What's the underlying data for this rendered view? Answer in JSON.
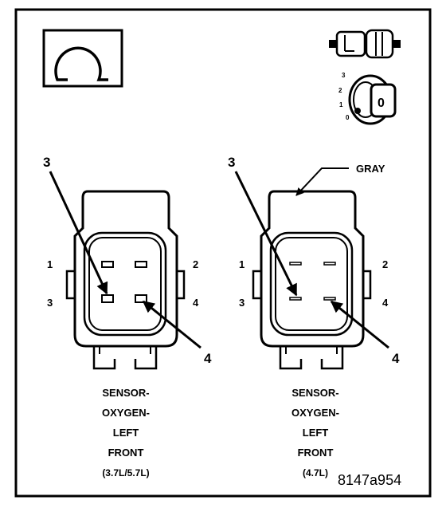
{
  "icons": {
    "ohm": "ohm-meter-symbol",
    "connector": "disconnected-connector-symbol",
    "ignition": "ignition-key-off-symbol"
  },
  "ignition": {
    "positions": [
      "3",
      "2",
      "1",
      "0"
    ],
    "key_label": "0"
  },
  "left_connector": {
    "pin_labels": {
      "p1": "1",
      "p2": "2",
      "p3": "3",
      "p4": "4"
    },
    "callout_a": "3",
    "callout_b": "4",
    "caption": [
      "SENSOR-",
      "OXYGEN-",
      "LEFT",
      "FRONT",
      "(3.7L/5.7L)"
    ]
  },
  "right_connector": {
    "wire_color": "GRAY",
    "pin_labels": {
      "p1": "1",
      "p2": "2",
      "p3": "3",
      "p4": "4"
    },
    "callout_a": "3",
    "callout_b": "4",
    "caption": [
      "SENSOR-",
      "OXYGEN-",
      "LEFT",
      "FRONT",
      "(4.7L)"
    ]
  },
  "figure_id": "8147a954"
}
